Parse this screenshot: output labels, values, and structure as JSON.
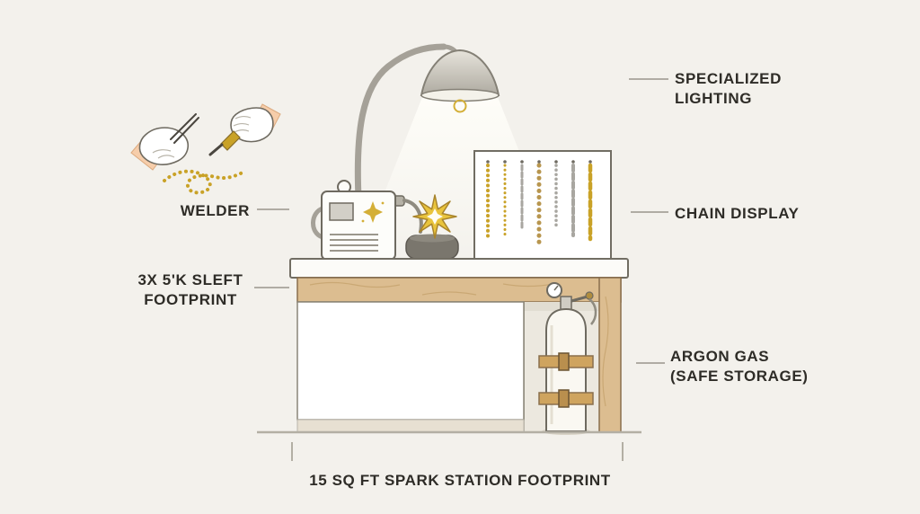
{
  "title": "Permanent jewelry spark station footprint diagram",
  "colors": {
    "background": "#f3f1ec",
    "text": "#2e2c27",
    "gold": "#c9a227",
    "wood": "#dcbd90",
    "metal": "#a5a198",
    "outline": "#6e6a60",
    "strap": "#cfa45f",
    "spark": "#e9c43c",
    "glove-cuff": "#f6cdaa"
  },
  "labels": {
    "specialized_lighting": "SPECIALIZED\nLIGHTING",
    "chain_display": "CHAIN DISPLAY",
    "argon_gas": "ARGON GAS\n(SAFE STORAGE)",
    "welder": "WELDER",
    "side_footprint": "3X 5'K SLEFT\nFOOTPRINT",
    "bottom_footprint": "15 SQ FT SPARK STATION FOOTPRINT"
  },
  "diagram": {
    "components": [
      "gloved-hands-welding-chain",
      "pulse-arc-welder",
      "spark-on-welding-pad",
      "overhead-task-lamp",
      "chain-display-board",
      "workbench",
      "argon-gas-cylinder-with-straps"
    ]
  }
}
